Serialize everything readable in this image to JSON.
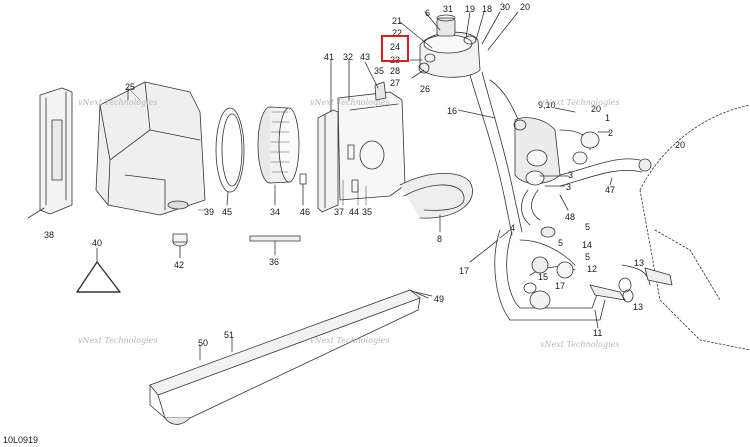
{
  "diagram_code": "10L0919",
  "highlight": {
    "label": "24",
    "color": "#d62020"
  },
  "callouts": [
    {
      "id": "c6",
      "label": "6"
    },
    {
      "id": "c31",
      "label": "31"
    },
    {
      "id": "c19",
      "label": "19"
    },
    {
      "id": "c18",
      "label": "18"
    },
    {
      "id": "c30",
      "label": "30"
    },
    {
      "id": "c20a",
      "label": "20"
    },
    {
      "id": "c21",
      "label": "21"
    },
    {
      "id": "c22",
      "label": "22"
    },
    {
      "id": "c24",
      "label": "24"
    },
    {
      "id": "c23",
      "label": "23"
    },
    {
      "id": "c28",
      "label": "28"
    },
    {
      "id": "c27",
      "label": "27"
    },
    {
      "id": "c26",
      "label": "26"
    },
    {
      "id": "c32",
      "label": "32"
    },
    {
      "id": "c43",
      "label": "43"
    },
    {
      "id": "c41",
      "label": "41"
    },
    {
      "id": "c35a",
      "label": "35"
    },
    {
      "id": "c25",
      "label": "25"
    },
    {
      "id": "c16",
      "label": "16"
    },
    {
      "id": "c910",
      "label": "9,10"
    },
    {
      "id": "c20b",
      "label": "20"
    },
    {
      "id": "c1",
      "label": "1"
    },
    {
      "id": "c2",
      "label": "2"
    },
    {
      "id": "c20c",
      "label": "20"
    },
    {
      "id": "c3a",
      "label": "3"
    },
    {
      "id": "c3b",
      "label": "3"
    },
    {
      "id": "c47",
      "label": "47"
    },
    {
      "id": "c48",
      "label": "48"
    },
    {
      "id": "c39",
      "label": "39"
    },
    {
      "id": "c45",
      "label": "45"
    },
    {
      "id": "c34",
      "label": "34"
    },
    {
      "id": "c46",
      "label": "46"
    },
    {
      "id": "c37",
      "label": "37"
    },
    {
      "id": "c44",
      "label": "44"
    },
    {
      "id": "c35b",
      "label": "35"
    },
    {
      "id": "c38",
      "label": "38"
    },
    {
      "id": "c8",
      "label": "8"
    },
    {
      "id": "c4",
      "label": "4"
    },
    {
      "id": "c5a",
      "label": "5"
    },
    {
      "id": "c14",
      "label": "14"
    },
    {
      "id": "c5b",
      "label": "5"
    },
    {
      "id": "c5c",
      "label": "5"
    },
    {
      "id": "c12",
      "label": "12"
    },
    {
      "id": "c13a",
      "label": "13"
    },
    {
      "id": "c13b",
      "label": "13"
    },
    {
      "id": "c40",
      "label": "40"
    },
    {
      "id": "c42",
      "label": "42"
    },
    {
      "id": "c36",
      "label": "36"
    },
    {
      "id": "c17a",
      "label": "17"
    },
    {
      "id": "c15",
      "label": "15"
    },
    {
      "id": "c17b",
      "label": "17"
    },
    {
      "id": "c49",
      "label": "49"
    },
    {
      "id": "c11",
      "label": "11"
    },
    {
      "id": "c51",
      "label": "51"
    },
    {
      "id": "c50",
      "label": "50"
    }
  ],
  "watermarks": [
    {
      "id": "w1",
      "line1": "vNext",
      "line2": "Technologies"
    },
    {
      "id": "w2",
      "line1": "vNext",
      "line2": "Technologies"
    },
    {
      "id": "w3",
      "line1": "vNext",
      "line2": "Technologies"
    },
    {
      "id": "w4",
      "line1": "vNext",
      "line2": "Technologies"
    },
    {
      "id": "w5",
      "line1": "vNext",
      "line2": "Technologies"
    },
    {
      "id": "w6",
      "line1": "vNext",
      "line2": "Technologies"
    }
  ]
}
